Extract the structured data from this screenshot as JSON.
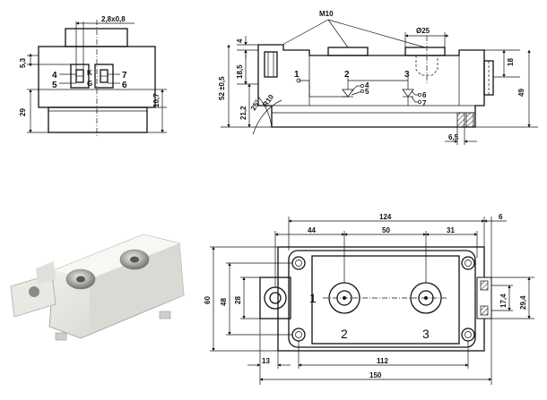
{
  "top_front": {
    "labels": {
      "pin_width": "2,8x0,8",
      "k": "K",
      "g": "G",
      "h_5_3": "5,3",
      "h_29": "29",
      "h_10_7": "10,7"
    },
    "pins": {
      "p4": "4",
      "p5": "5",
      "p7": "7",
      "p6": "6"
    }
  },
  "top_side": {
    "labels": {
      "m10": "M10",
      "d25": "Ø25",
      "h4": "4",
      "h18_5": "18,5",
      "h52": "52 ±0,5",
      "h21_2": "21,2",
      "a25": "25°",
      "r10": "R10",
      "h18": "18",
      "h49": "49",
      "w6_5": "6,5"
    },
    "pins": {
      "p1": "1",
      "p2": "2",
      "p3": "3",
      "s4": "4",
      "s5": "5",
      "s6": "6",
      "s7": "7"
    }
  },
  "bottom_plan": {
    "labels": {
      "w124": "124",
      "w6": "6",
      "w44": "44",
      "w50": "50",
      "w31": "31",
      "h60": "60",
      "h48": "48",
      "h28": "28",
      "h17_4": "17,4",
      "h29_4": "29,4",
      "w13": "13",
      "w112": "112",
      "w150": "150"
    },
    "terminals": {
      "t1": "1",
      "t2": "2",
      "t3": "3"
    }
  }
}
